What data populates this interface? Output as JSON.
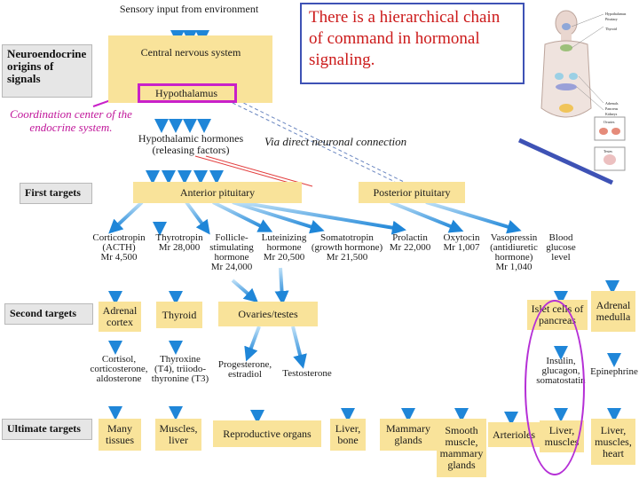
{
  "sensory_input": "Sensory input from environment",
  "cns": "Central nervous system",
  "hypothalamus": "Hypothalamus",
  "neuro_origins": "Neuroendocrine origins of signals",
  "callout": "There is a hierarchical chain of command in hormonal signaling.",
  "coord_center": "Coordination center of the endocrine system.",
  "hypo_hormones_1": "Hypothalamic hormones",
  "hypo_hormones_2": "(releasing factors)",
  "direct_neuronal": "Via direct neuronal connection",
  "first_targets": "First targets",
  "anterior": "Anterior pituitary",
  "posterior": "Posterior pituitary",
  "hormones": {
    "corticotropin": [
      "Corticotropin",
      "(ACTH)",
      "Mr 4,500"
    ],
    "thyrotropin": [
      "Thyrotropin",
      "Mr 28,000"
    ],
    "fsh": [
      "Follicle-",
      "stimulating",
      "hormone",
      "Mr 24,000"
    ],
    "lh": [
      "Luteinizing",
      "hormone",
      "Mr 20,500"
    ],
    "somatotropin": [
      "Somatotropin",
      "(growth hormone)",
      "Mr 21,500"
    ],
    "prolactin": [
      "Prolactin",
      "Mr 22,000"
    ],
    "oxytocin": [
      "Oxytocin",
      "Mr 1,007"
    ],
    "vasopressin": [
      "Vasopressin",
      "(antidiuretic",
      "hormone)",
      "Mr 1,040"
    ],
    "blood_glucose": [
      "Blood",
      "glucose",
      "level"
    ]
  },
  "second_targets": "Second targets",
  "second": {
    "adrenal_cortex": [
      "Adrenal",
      "cortex"
    ],
    "thyroid": "Thyroid",
    "ovaries": "Ovaries/testes",
    "islet": [
      "Islet cells of",
      "pancreas"
    ],
    "adrenal_medulla": [
      "Adrenal",
      "medulla"
    ]
  },
  "products": {
    "cortisol": [
      "Cortisol,",
      "corticosterone,",
      "aldosterone"
    ],
    "thyroxine": [
      "Thyroxine",
      "(T4), triiodo-",
      "thyronine (T3)"
    ],
    "progesterone": [
      "Progesterone,",
      "estradiol"
    ],
    "testosterone": "Testosterone",
    "insulin": [
      "Insulin,",
      "glucagon,",
      "somatostatin"
    ],
    "epinephrine": "Epinephrine"
  },
  "ultimate_targets": "Ultimate targets",
  "ultimate": {
    "many": [
      "Many",
      "tissues"
    ],
    "muscles_liver": [
      "Muscles,",
      "liver"
    ],
    "reproductive": "Reproductive organs",
    "liver_bone": [
      "Liver,",
      "bone"
    ],
    "mammary": [
      "Mammary",
      "glands"
    ],
    "smooth": [
      "Smooth",
      "muscle,",
      "mammary",
      "glands"
    ],
    "arterioles": "Arterioles",
    "liver_muscles": [
      "Liver,",
      "muscles"
    ],
    "liver_muscles_heart": [
      "Liver,",
      "muscles,",
      "heart"
    ]
  },
  "anatomy_labels": [
    "Hypothalamus",
    "Pituitary",
    "Thyroid",
    "Adrenals",
    "Pancreas",
    "Kidneys",
    "Ovaries",
    "Testes"
  ],
  "colors": {
    "yellow": "#f9e39a",
    "arrow": "#1f86d8",
    "highlight": "#c920c9",
    "callout_border": "#3e52b5",
    "callout_text": "#cc1a1a"
  }
}
